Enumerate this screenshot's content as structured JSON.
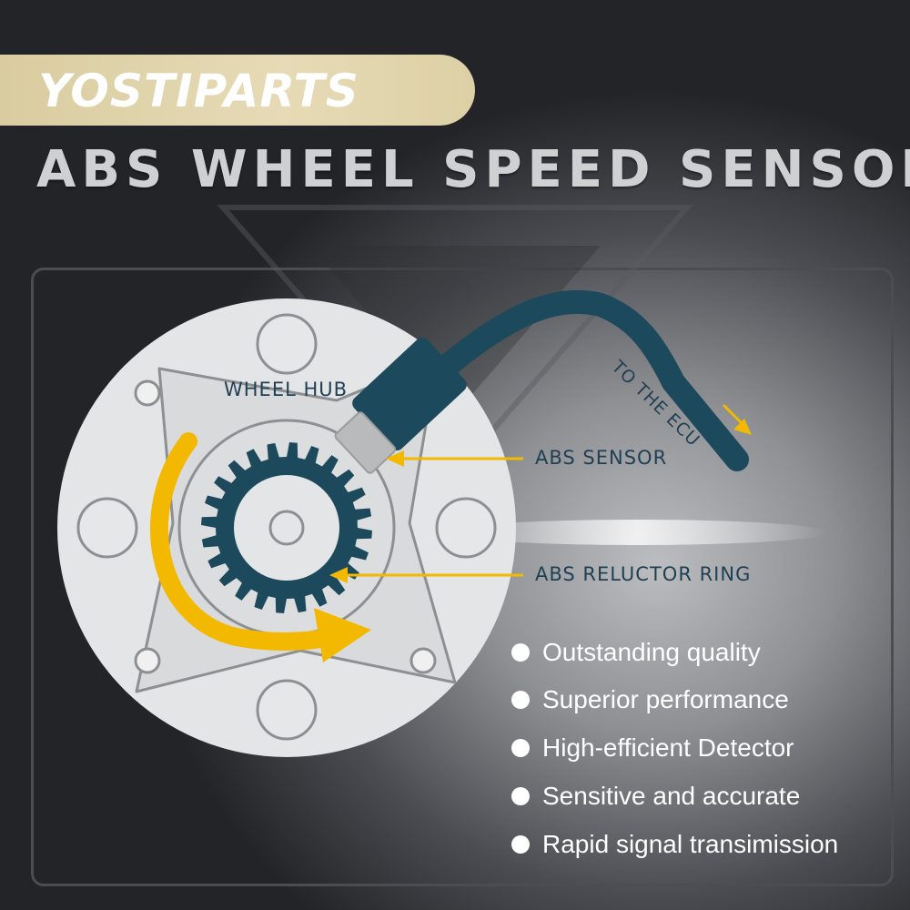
{
  "brand": "YOSTIPARTS",
  "title": "ABS WHEEL SPEED SENSOR",
  "labels": {
    "wheel_hub": "WHEEL HUB",
    "to_ecu": "TO THE ECU",
    "abs_sensor": "ABS SENSOR",
    "reluctor_ring": "ABS RELUCTOR RING"
  },
  "features": [
    "Outstanding quality",
    "Superior performance",
    "High-efficient Detector",
    "Sensitive and accurate",
    "Rapid signal transimission"
  ],
  "colors": {
    "gold_banner": "#ddd0a5",
    "arrow_yellow": "#f3b800",
    "sensor_teal": "#1c4a5c",
    "hub_face": "#e4e5e6",
    "label_navy": "#1f3f52"
  },
  "icons": [
    "rotation-arrow-icon",
    "bullet-dot-icon"
  ]
}
